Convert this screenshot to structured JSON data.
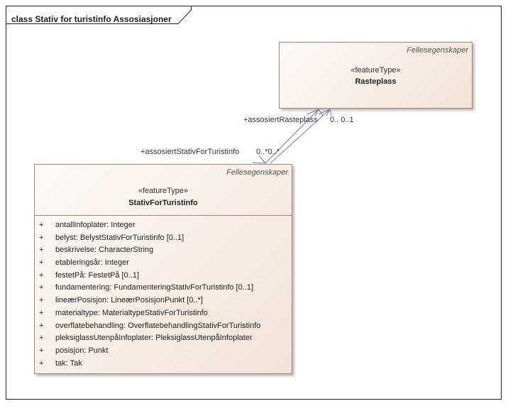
{
  "diagram": {
    "title": "class Stativ for turistinfo Assosiasjoner"
  },
  "classes": {
    "rasteplass": {
      "package": "Fellesegenskaper",
      "stereotype": "«featureType»",
      "name": "Rasteplass"
    },
    "stativ": {
      "package": "Fellesegenskaper",
      "stereotype": "«featureType»",
      "name": "StativForTuristinfo",
      "attributes": [
        {
          "vis": "+",
          "text": "antallInfoplater: Integer"
        },
        {
          "vis": "+",
          "text": "belyst: BelystStativForTuristinfo [0..1]"
        },
        {
          "vis": "+",
          "text": "beskrivelse: CharacterString"
        },
        {
          "vis": "+",
          "text": "etableringsår: Integer"
        },
        {
          "vis": "+",
          "text": "festetPå: FestetPå [0..1]"
        },
        {
          "vis": "+",
          "text": "fundamentering: FundamenteringStativForTuristinfo [0..1]"
        },
        {
          "vis": "+",
          "text": "lineærPosisjon: LineærPosisjonPunkt [0..*]"
        },
        {
          "vis": "+",
          "text": "materialtype: MaterialtypeStativForTuristinfo"
        },
        {
          "vis": "+",
          "text": "overflatebehandling: OverflatebehandlingStativForTuristinfo"
        },
        {
          "vis": "+",
          "text": "pleksiglassUtenpåInfoplater: PleksiglassUtenpåInfoplater"
        },
        {
          "vis": "+",
          "text": "posisjon: Punkt"
        },
        {
          "vis": "+",
          "text": "tak: Tak"
        }
      ]
    }
  },
  "associations": {
    "to_rasteplass": {
      "role": "+assosiertRasteplass",
      "multiplicity": "0..  0..1"
    },
    "to_stativ": {
      "role": "+assosiertStativForTuristinfo",
      "multiplicity": "0..*0..*"
    }
  },
  "colors": {
    "line": "#6b7a99",
    "border": "#a08478",
    "fill": "#f7ece4"
  }
}
